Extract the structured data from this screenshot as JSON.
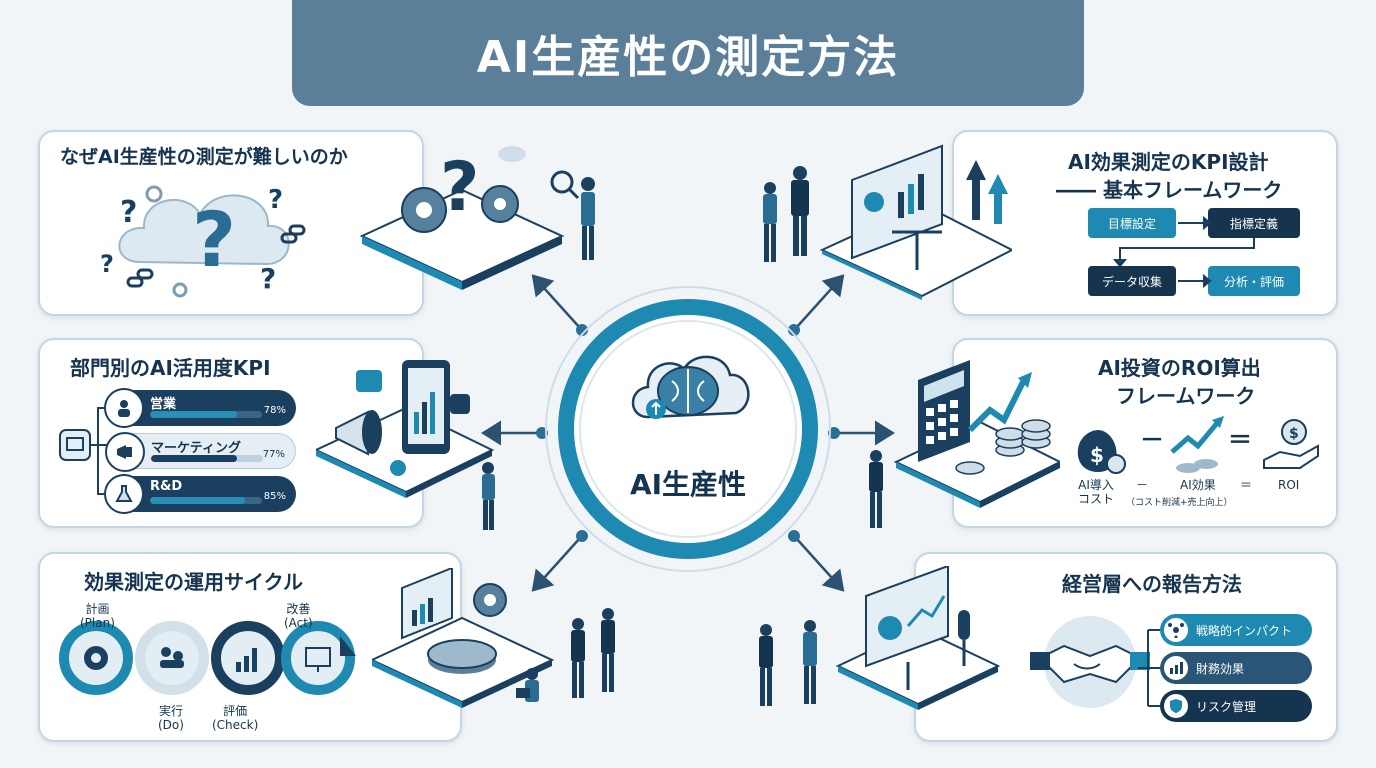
{
  "title": "AI生産性の測定方法",
  "center": {
    "label": "AI生産性"
  },
  "panels": {
    "why_hard": {
      "title": "なぜAI生産性の測定が難しいのか"
    },
    "kpi_design": {
      "title_line1": "AI効果測定のKPI設計",
      "title_line2": "―― 基本フレームワーク",
      "steps": [
        "目標設定",
        "指標定義",
        "データ収集",
        "分析・評価"
      ]
    },
    "dept_kpi": {
      "title": "部門別のAI活用度KPI",
      "departments": [
        {
          "name": "営業",
          "value": 78,
          "value_label": "78%"
        },
        {
          "name": "マーケティング",
          "value": 77,
          "value_label": "77%"
        },
        {
          "name": "R&D",
          "value": 85,
          "value_label": "85%"
        }
      ]
    },
    "roi": {
      "title_line1": "AI投資のROI算出",
      "title_line2": "フレームワーク",
      "label_cost": "AI導入\nコスト",
      "label_minus": "－",
      "label_effect": "AI効果",
      "label_effect_sub": "（コスト削減+売上向上）",
      "label_equals": "＝",
      "label_roi": "ROI"
    },
    "cycle": {
      "title": "効果測定の運用サイクル",
      "plan": "計画\n(Plan)",
      "do": "実行\n(Do)",
      "check": "評価\n(Check)",
      "act": "改善\n(Act)"
    },
    "report": {
      "title": "経営層への報告方法",
      "items": [
        "戦略的インパクト",
        "財務効果",
        "リスク管理"
      ]
    }
  },
  "colors": {
    "navy": "#15344f",
    "teal": "#1e8ab2",
    "banner": "#5b7f99",
    "light": "#e5eef5"
  }
}
